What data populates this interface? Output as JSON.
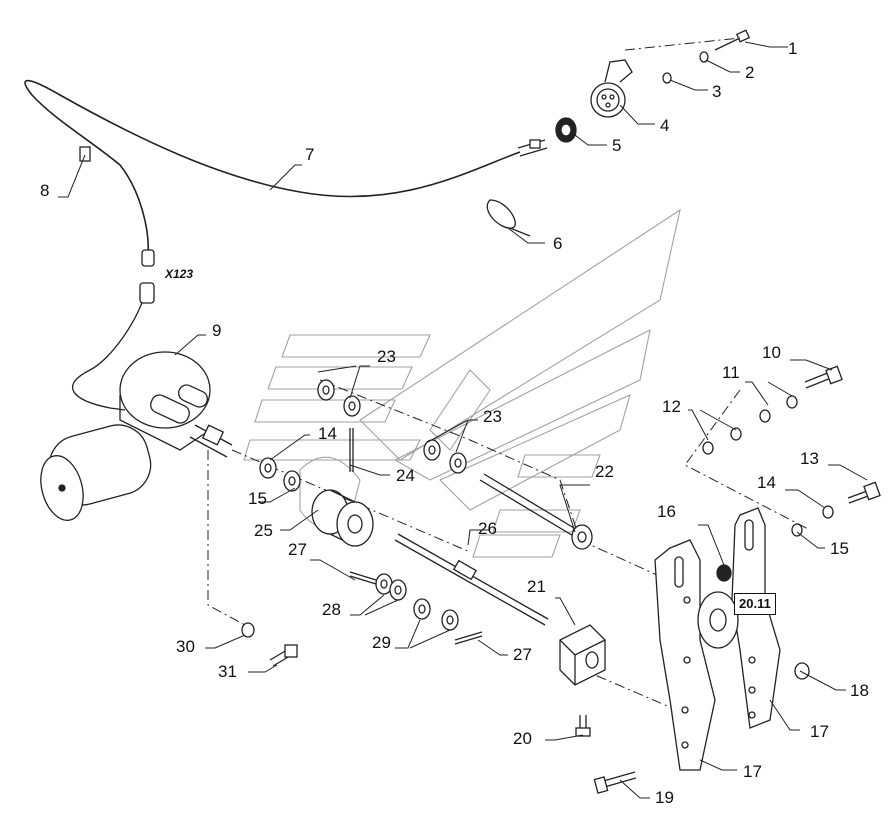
{
  "callouts": [
    "1",
    "2",
    "3",
    "4",
    "5",
    "6",
    "7",
    "8",
    "9",
    "10",
    "11",
    "12",
    "13",
    "14",
    "15",
    "16",
    "17",
    "18",
    "19",
    "20",
    "21",
    "22",
    "23",
    "24",
    "25",
    "26",
    "27",
    "28",
    "29",
    "30",
    "31"
  ],
  "callout_secondary": [
    "23",
    "14",
    "15",
    "27",
    "17"
  ],
  "connector_label": "X123",
  "reference_box": "20.11"
}
